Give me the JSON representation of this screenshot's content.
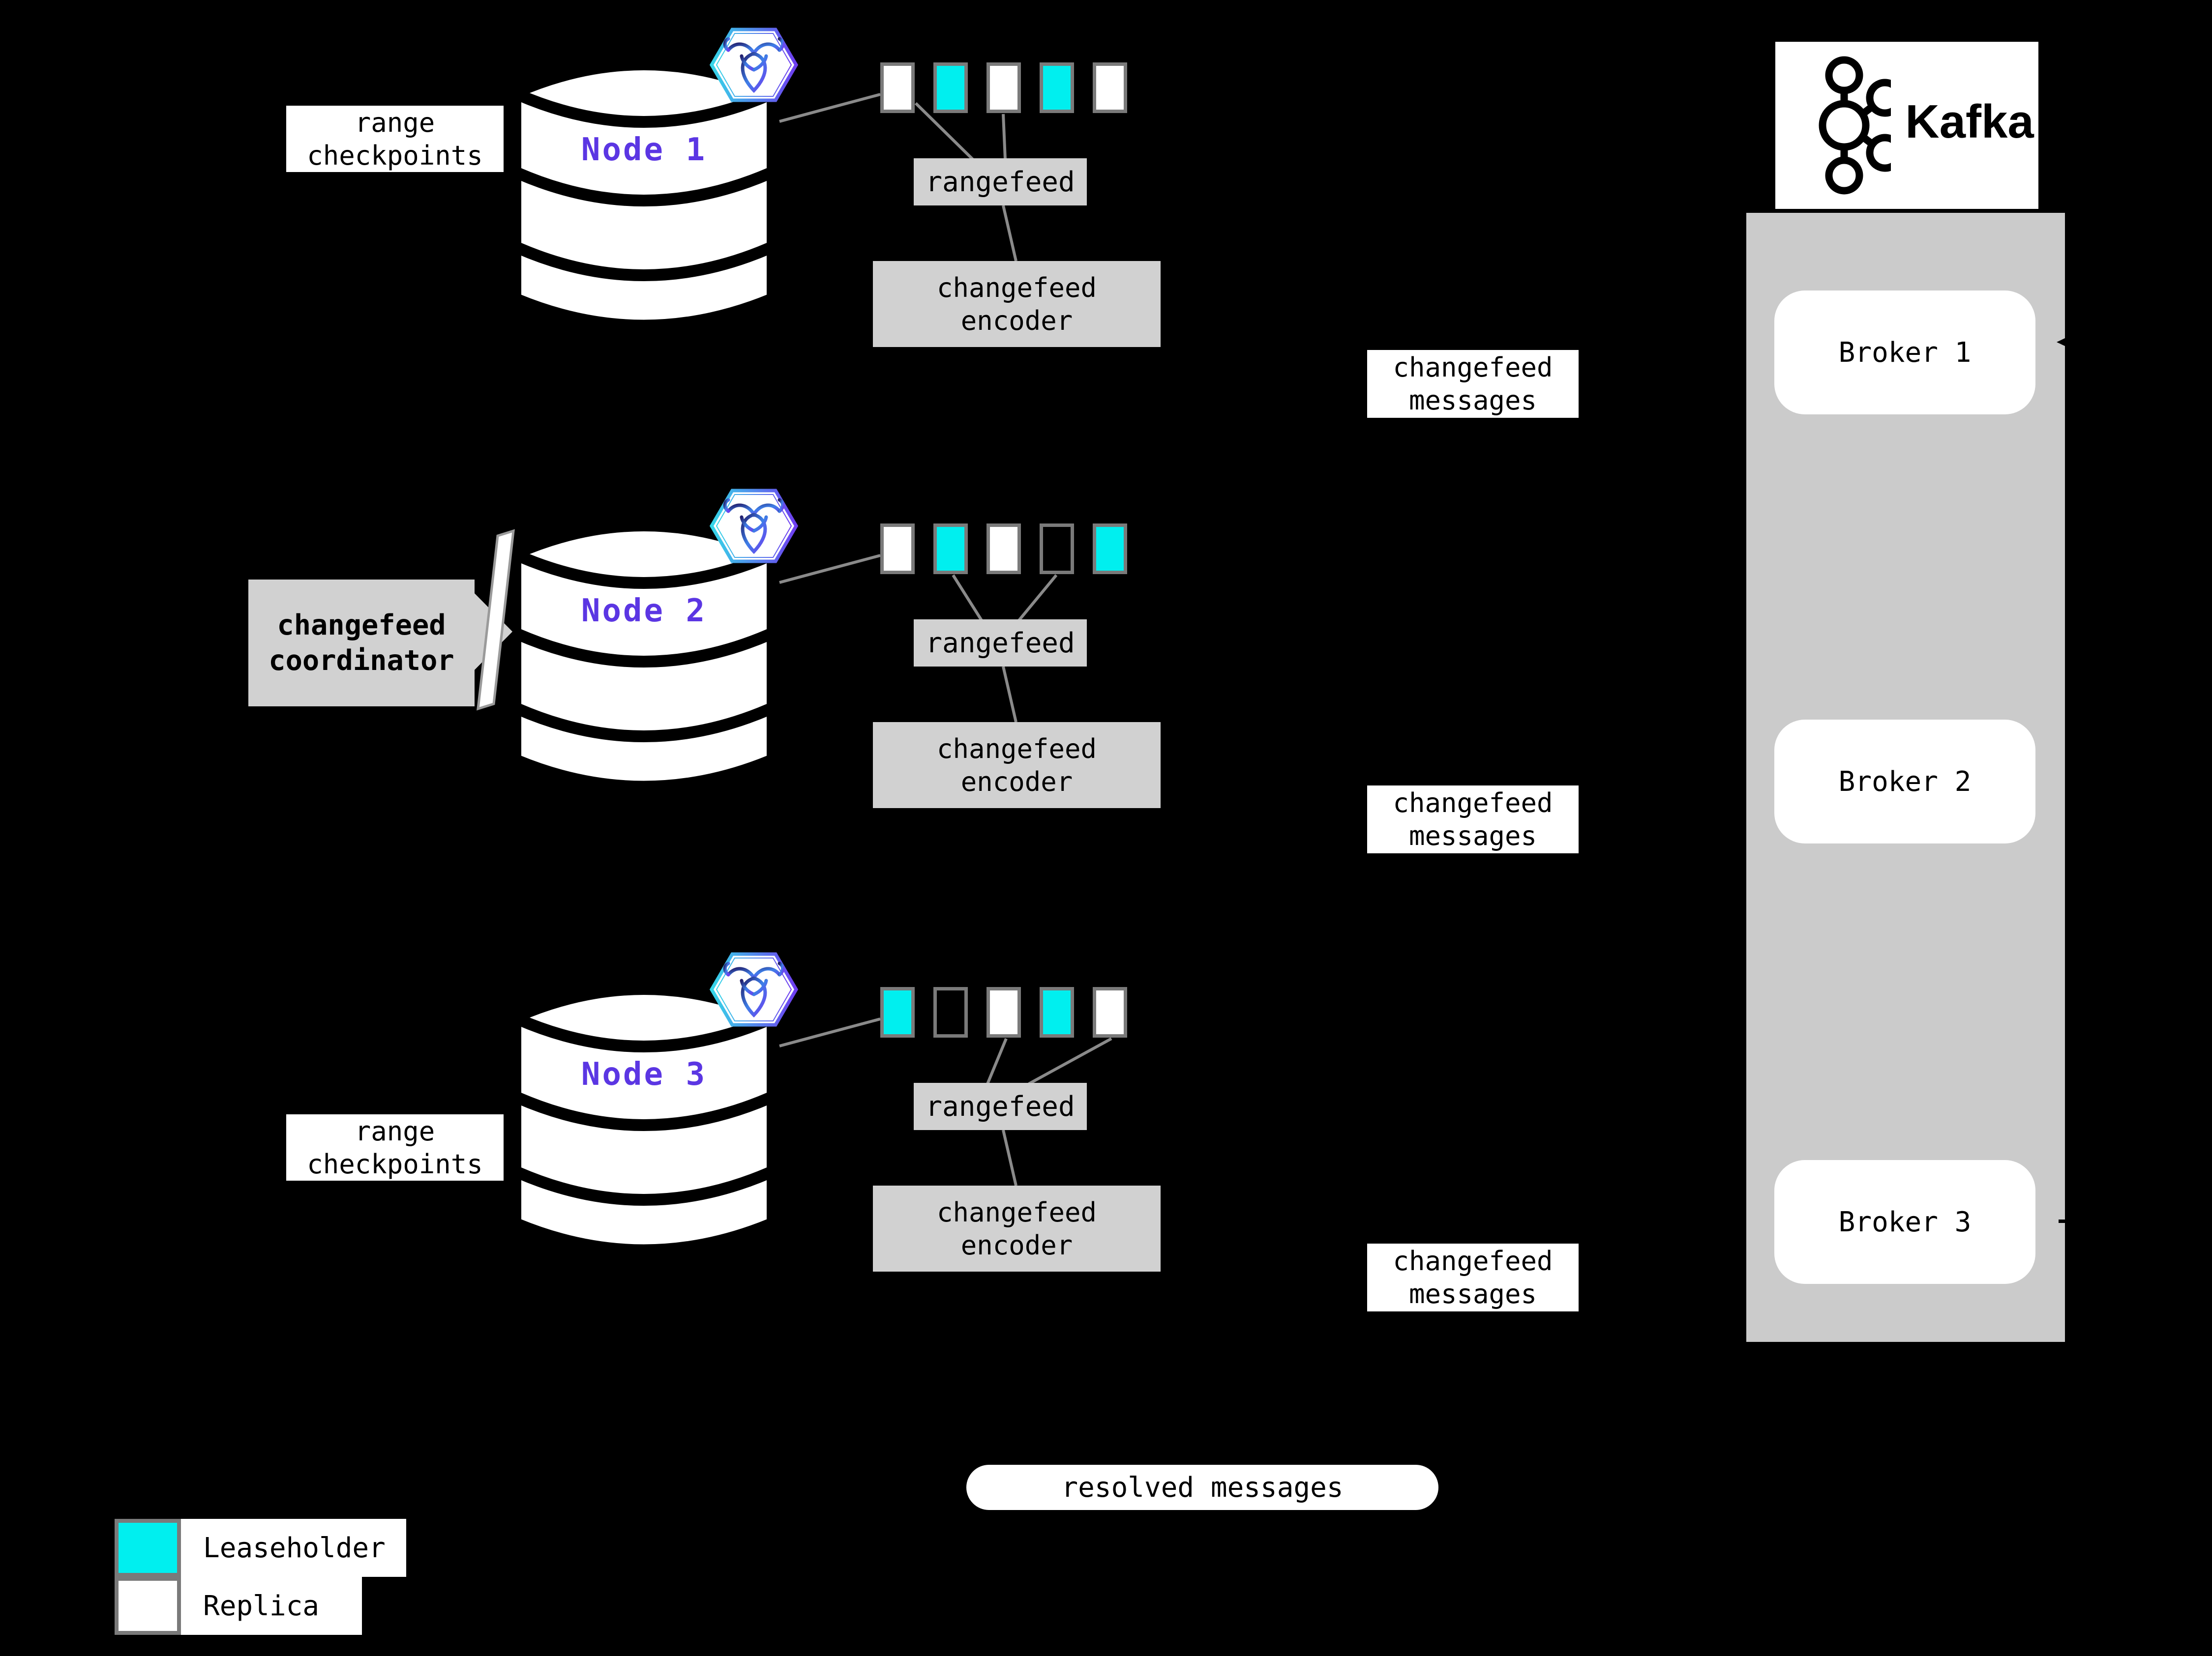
{
  "colors": {
    "background": "#000000",
    "leaseholder": "#00EFEF",
    "replica": "#FFFFFF",
    "node_label": "#5B36E3",
    "gray_box_fill": "#D1D1D1",
    "kafka_container": "#CBCBCB",
    "connector": "#8A8A8A",
    "swatch_border": "#7A7A7A"
  },
  "nodes": [
    {
      "name": "Node 1",
      "ranges": [
        "replica",
        "leaseholder",
        "replica",
        "leaseholder",
        "replica"
      ],
      "rangefeed_label": "rangefeed",
      "encoder_lines": [
        "changefeed",
        "encoder"
      ]
    },
    {
      "name": "Node 2",
      "ranges": [
        "replica",
        "leaseholder",
        "replica",
        "none",
        "leaseholder"
      ],
      "rangefeed_label": "rangefeed",
      "encoder_lines": [
        "changefeed",
        "encoder"
      ]
    },
    {
      "name": "Node 3",
      "ranges": [
        "leaseholder",
        "none",
        "replica",
        "leaseholder",
        "replica"
      ],
      "rangefeed_label": "rangefeed",
      "encoder_lines": [
        "changefeed",
        "encoder"
      ]
    }
  ],
  "labels": {
    "range_checkpoints_lines": [
      "range",
      "checkpoints"
    ],
    "changefeed_messages_lines": [
      "changefeed",
      "messages"
    ],
    "coordinator_lines": [
      "changefeed",
      "coordinator"
    ],
    "resolved_messages": "resolved messages"
  },
  "kafka": {
    "brand": "Kafka",
    "logo_icon": "kafka-circles-icon",
    "brokers": [
      {
        "label": "Broker 1"
      },
      {
        "label": "Broker 2"
      },
      {
        "label": "Broker 3"
      }
    ]
  },
  "crdb_logo": "cockroachdb-hexagon-icon",
  "legend": {
    "items": [
      {
        "swatch": "leaseholder",
        "label": "Leaseholder"
      },
      {
        "swatch": "replica",
        "label": "Replica"
      }
    ]
  }
}
